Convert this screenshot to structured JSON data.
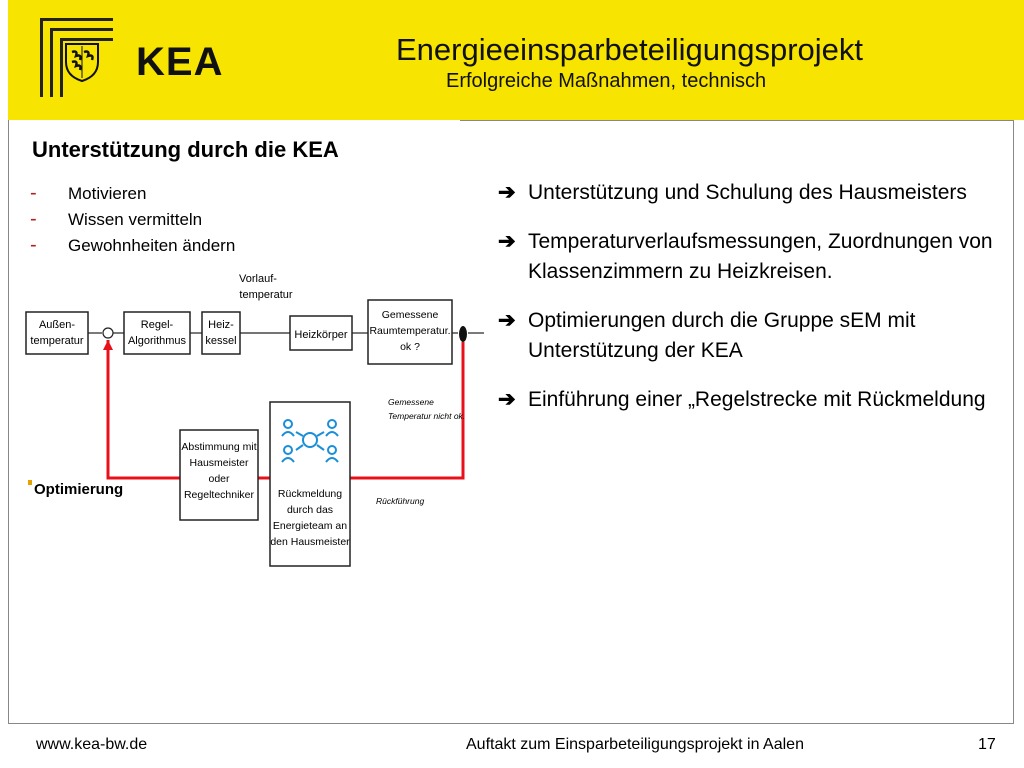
{
  "header": {
    "logo_text": "KEA",
    "title": "Energieeinsparbeteiligungsprojekt",
    "subtitle": "Erfolgreiche Maßnahmen, technisch"
  },
  "section": {
    "heading": "Unterstützung durch die KEA",
    "bullets": [
      "Motivieren",
      "Wissen vermitteln",
      "Gewohnheiten ändern"
    ],
    "bullet_marker": "-"
  },
  "diagram": {
    "box_aussen": [
      "Außen-",
      "temperatur"
    ],
    "box_regel": [
      "Regel-",
      "Algorithmus"
    ],
    "box_heiz": [
      "Heiz-",
      "kessel"
    ],
    "box_heizkoerper": "Heizkörper",
    "box_gemessen": [
      "Gemessene",
      "Raumtemperatur.",
      "ok ?"
    ],
    "label_vorlauf": [
      "Vorlauf-",
      "temperatur"
    ],
    "label_nicht_ok": [
      "Gemessene",
      "Temperatur nicht ok."
    ],
    "box_abstimmung": [
      "Abstimmung mit",
      "Hausmeister",
      "oder",
      "Regeltechniker"
    ],
    "box_rueckmeldung": [
      "Rückmeldung",
      "durch das",
      "Energieteam an",
      "den Hausmeister"
    ],
    "label_rueckfuehrung": "Rückführung",
    "label_optimierung": "Optimierung",
    "line_color": "#e8101a"
  },
  "right_items": [
    "Unterstützung und Schulung des Hausmeisters",
    "Temperaturverlaufsmessungen, Zuordnungen von Klassenzimmern zu Heizkreisen.",
    "Optimierungen durch die Gruppe sEM mit Unterstützung der KEA",
    "Einführung einer „Regelstrecke mit Rückmeldung"
  ],
  "arrow_glyph": "➔",
  "footer": {
    "url": "www.kea-bw.de",
    "center": "Auftakt zum Einsparbeteiligungsprojekt in Aalen",
    "page": "17"
  },
  "colors": {
    "header_bg": "#f7e400",
    "accent_red": "#e8101a"
  }
}
